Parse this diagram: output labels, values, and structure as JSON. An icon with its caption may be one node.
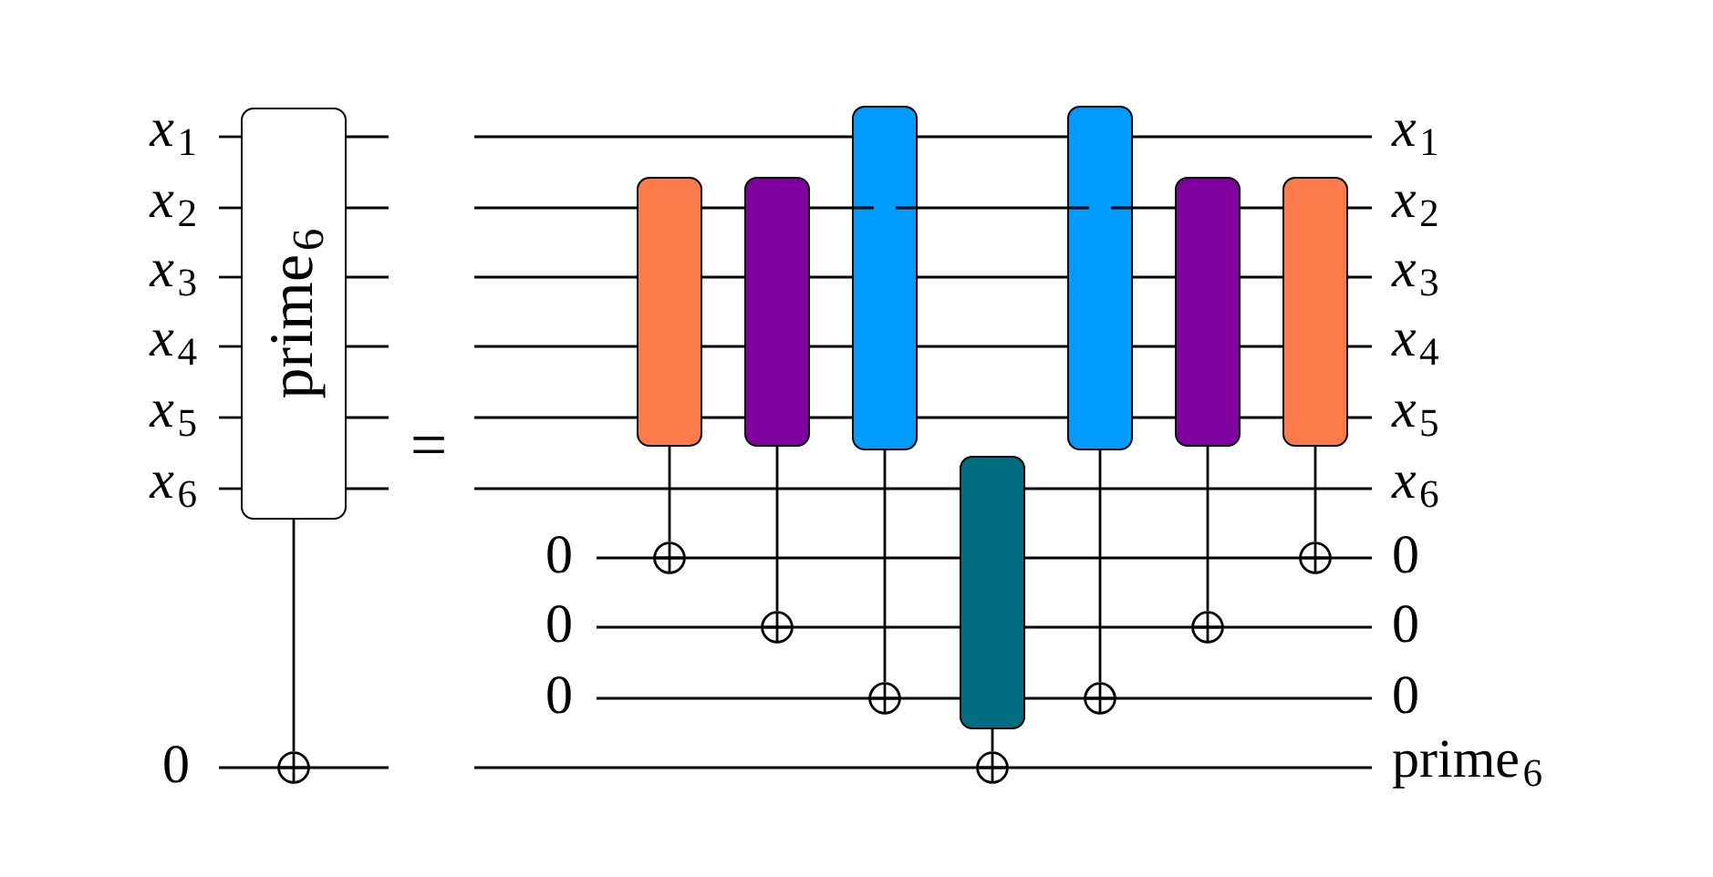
{
  "diagram": {
    "nodes": [
      {
        "text": [
          "prime$_{6}$"
        ]
      },
      {
        "text": [],
        "shape": "circle"
      },
      {
        "text": [],
        "shape": "box"
      },
      {
        "text": [],
        "shape": "circle"
      },
      {
        "text": [],
        "shape": "box"
      },
      {
        "text": [],
        "shape": "circle"
      },
      {
        "text": [],
        "shape": "box"
      },
      {
        "text": [],
        "shape": "circle"
      },
      {
        "text": [],
        "shape": "box"
      },
      {
        "text": [],
        "shape": "circle"
      },
      {
        "text": [],
        "shape": "box"
      },
      {
        "text": [],
        "shape": "circle"
      },
      {
        "text": [],
        "shape": "box"
      },
      {
        "text": [],
        "shape": "circle"
      },
      {
        "text": [],
        "shape": "box"
      },
      {
        "text": [],
        "shape": "circle"
      }
    ],
    "edges": [
      {
        "from": 0,
        "to": 1,
        "arrow": "none"
      },
      {
        "from": 2,
        "to": 3,
        "arrow": "none"
      },
      {
        "from": 4,
        "to": 5,
        "arrow": "none"
      },
      {
        "from": 6,
        "to": 7,
        "arrow": "none"
      },
      {
        "from": 8,
        "to": 9,
        "arrow": "none"
      },
      {
        "from": 10,
        "to": 11,
        "arrow": "none"
      },
      {
        "from": 12,
        "to": 13,
        "arrow": "none"
      },
      {
        "from": 14,
        "to": 15,
        "arrow": "none"
      }
    ],
    "labels": [
      "*x*$_{1}$",
      "*x*$_{2}$",
      "*x*$_{3}$",
      "*x*$_{4}$",
      "*x*$_{5}$",
      "*x*$_{6}$",
      "0",
      "=",
      "0",
      "0",
      "0",
      "*x*$_{1}$",
      "*x*$_{2}$",
      "*x*$_{3}$",
      "*x*$_{4}$",
      "*x*$_{5}$",
      "*x*$_{6}$",
      "0",
      "0",
      "0",
      "prime$_{6}$"
    ]
  }
}
